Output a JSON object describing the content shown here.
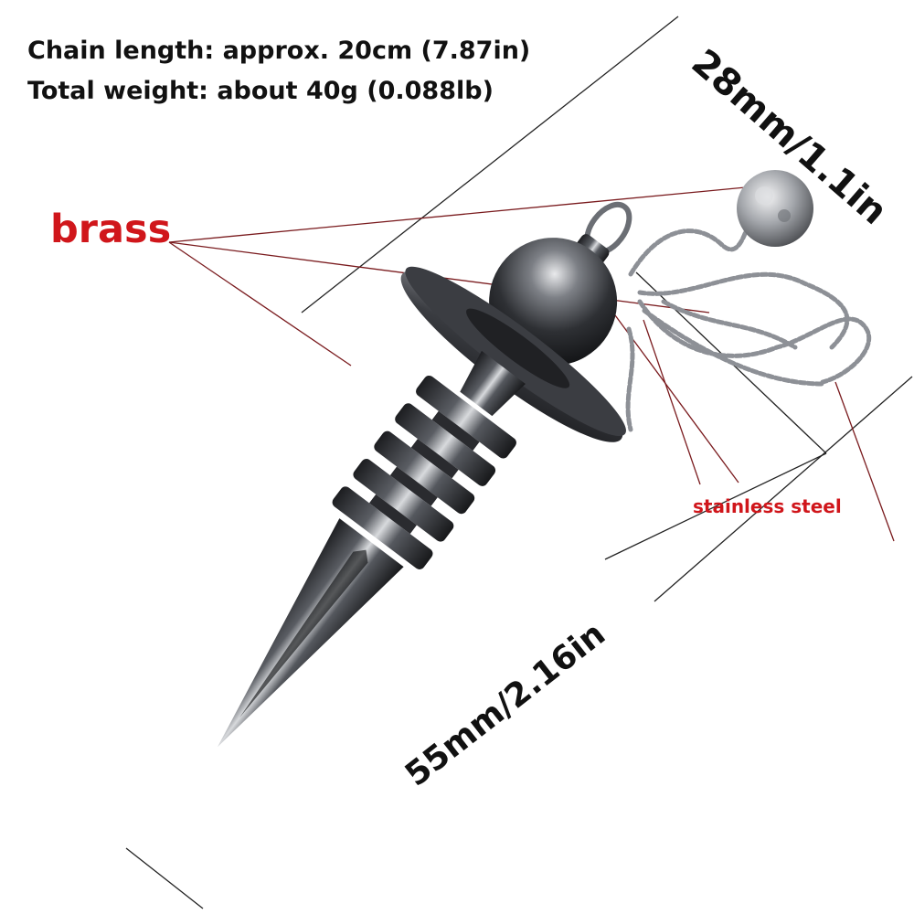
{
  "specs": {
    "chain_length": "Chain length: approx. 20cm (7.87in)",
    "total_weight": "Total weight: about 40g (0.088lb)"
  },
  "materials": {
    "brass": "brass",
    "stainless_steel": "stainless steel"
  },
  "dimensions": {
    "diameter": "28mm/1.1in",
    "length": "55mm/2.16in"
  },
  "colors": {
    "label_red": "#d0161b",
    "text_black": "#111111",
    "metal_dark": "#2b2d31",
    "metal_light": "#c7c9cd"
  }
}
